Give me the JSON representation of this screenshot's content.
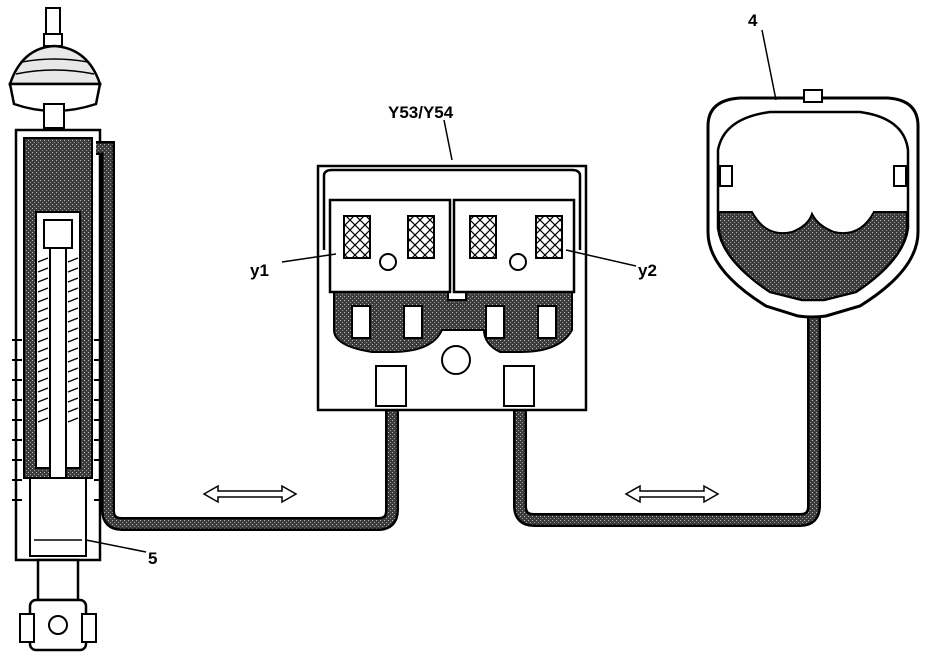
{
  "labels": {
    "valve_block": "Y53/Y54",
    "reservoir": "4",
    "strut": "5",
    "valve_left": "y1",
    "valve_right": "y2"
  },
  "colors": {
    "ink": "#000000",
    "fluid": "#5a5a5a",
    "paper": "#ffffff"
  }
}
